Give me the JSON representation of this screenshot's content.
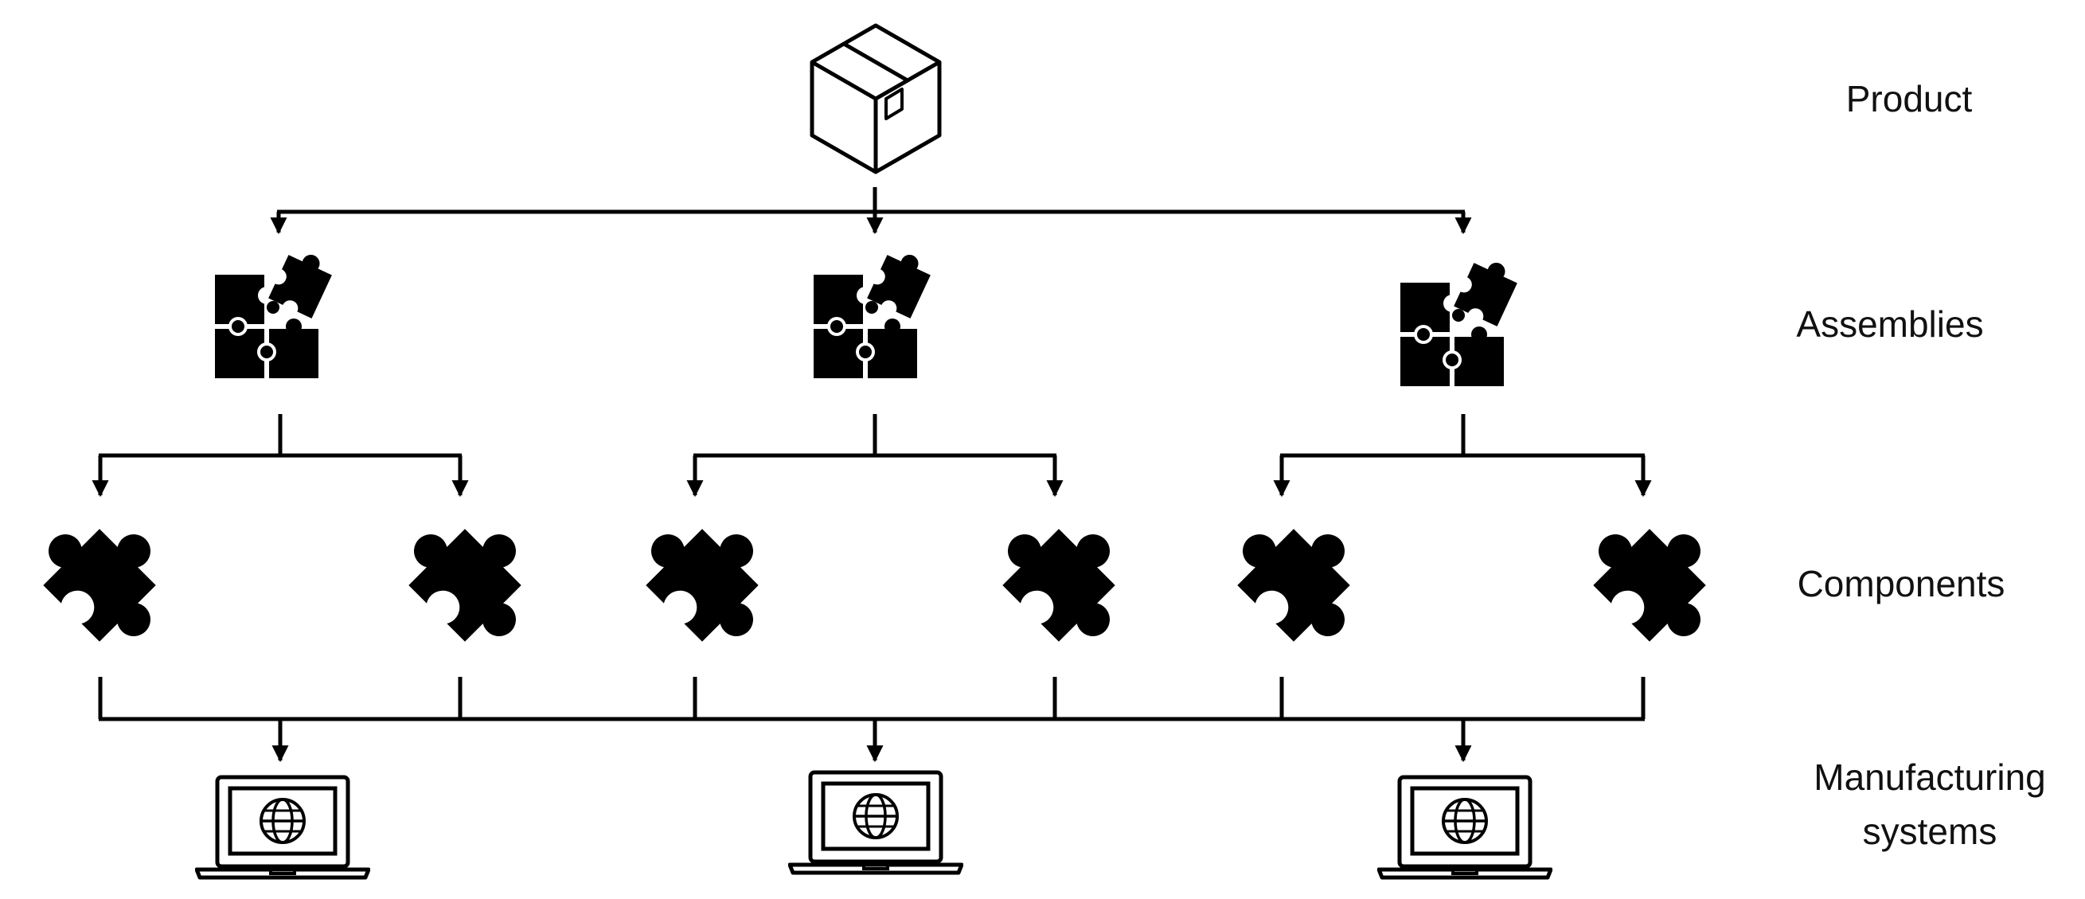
{
  "levels": {
    "product": "Product",
    "assemblies": "Assemblies",
    "components": "Components",
    "manufacturing_line1": "Manufacturing",
    "manufacturing_line2": "systems"
  },
  "icons": {
    "product": "package-box-icon",
    "assembly": "puzzle-assembly-icon",
    "component": "puzzle-piece-icon",
    "system": "laptop-globe-icon"
  },
  "colors": {
    "ink": "#000000",
    "background": "#ffffff"
  }
}
